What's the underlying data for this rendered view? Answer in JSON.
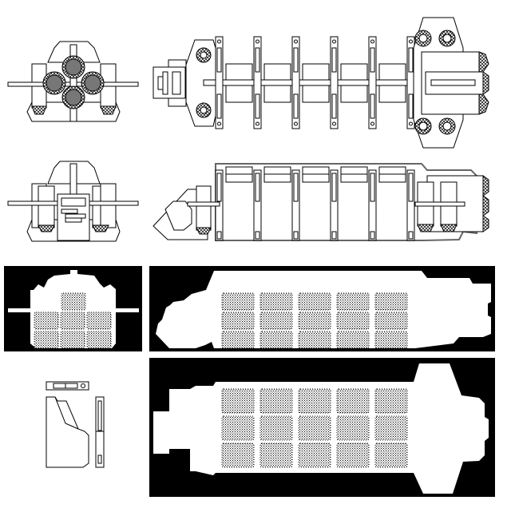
{
  "colors": {
    "line": "#000000",
    "paper": "#ffffff",
    "shade": "#777777",
    "mask": "#000000"
  },
  "views": {
    "strut_count": 6,
    "cargo_columns": 5,
    "cargo_rows": 3
  }
}
